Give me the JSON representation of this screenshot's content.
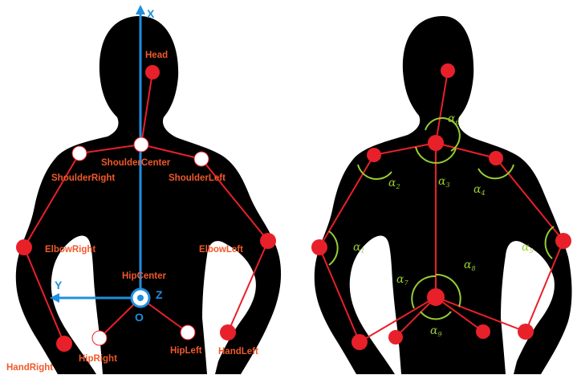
{
  "left_figure": {
    "axes": {
      "x": "X",
      "y": "Y",
      "z": "Z",
      "origin": "O"
    },
    "joints": {
      "head": "Head",
      "shoulder_center": "ShoulderCenter",
      "shoulder_right": "ShoulderRight",
      "shoulder_left": "ShoulderLeft",
      "elbow_right": "ElbowRight",
      "elbow_left": "ElbowLeft",
      "hip_center": "HipCenter",
      "hand_right": "HandRight",
      "hip_right": "HipRight",
      "hip_left": "HipLeft",
      "hand_left": "HandLeft"
    }
  },
  "right_figure": {
    "angles": {
      "a1": {
        "symbol": "α",
        "sub": "1"
      },
      "a2": {
        "symbol": "α",
        "sub": "2"
      },
      "a3": {
        "symbol": "α",
        "sub": "3"
      },
      "a4": {
        "symbol": "α",
        "sub": "4"
      },
      "a5": {
        "symbol": "α",
        "sub": "5"
      },
      "a6": {
        "symbol": "α",
        "sub": "6"
      },
      "a7": {
        "symbol": "α",
        "sub": "7"
      },
      "a8": {
        "symbol": "α",
        "sub": "8"
      },
      "a9": {
        "symbol": "α",
        "sub": "9"
      }
    }
  },
  "colors": {
    "silhouette": "#000000",
    "bone": "#e8202a",
    "joint_red": "#e8202a",
    "joint_white": "#ffffff",
    "label": "#f0592a",
    "axis": "#1f8fe0",
    "angle": "#9acd32"
  }
}
